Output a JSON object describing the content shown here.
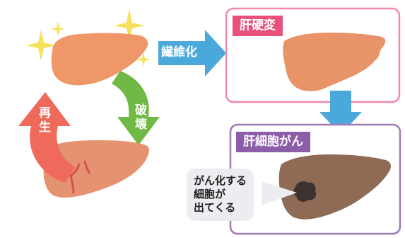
{
  "cycle": {
    "regeneration_label": "再生",
    "destruction_label": "破壊"
  },
  "arrow_fibrosis_label": "繊維化",
  "cirrhosis_panel": {
    "title": "肝硬変"
  },
  "cancer_panel": {
    "title": "肝細胞がん"
  },
  "callout": {
    "lines": [
      "がん化する",
      "細胞が",
      "出てくる"
    ]
  },
  "colors": {
    "liver_orange": "#f0976a",
    "liver_damaged": "#e49270",
    "liver_cirrhosis": "#e89468",
    "liver_cancer": "#8f6a55",
    "tumor": "#3d3230",
    "sparkle": "#f5e25a",
    "arrow_red": "#ef6a5a",
    "arrow_green": "#6fb944",
    "arrow_blue": "#4aa9da",
    "panel_pink_border": "#f08aa8",
    "panel_pink_label": "#e8527a",
    "panel_purple_border": "#9f7ab8",
    "panel_purple_label": "#8c5da8"
  }
}
